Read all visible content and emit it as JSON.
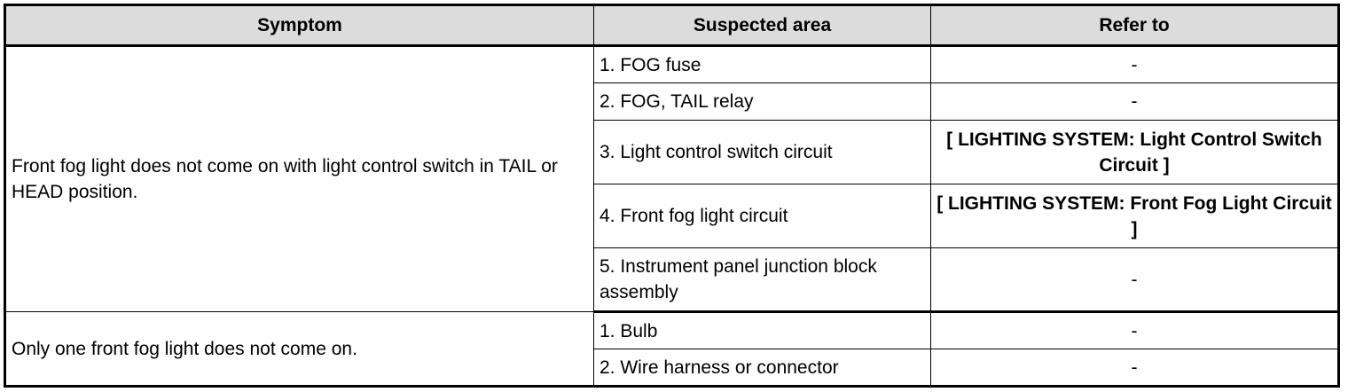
{
  "table": {
    "headers": [
      "Symptom",
      "Suspected area",
      "Refer to"
    ],
    "groups": [
      {
        "symptom": "Front fog light does not come on with light control switch in TAIL or HEAD position.",
        "rows": [
          {
            "area": "1. FOG fuse",
            "ref": "-"
          },
          {
            "area": "2. FOG, TAIL relay",
            "ref": "-"
          },
          {
            "area": "3. Light control switch circuit",
            "ref": "[ LIGHTING SYSTEM: Light Control Switch Circuit ]"
          },
          {
            "area": "4. Front fog light circuit",
            "ref": "[ LIGHTING SYSTEM: Front Fog Light Circuit ]"
          },
          {
            "area": "5. Instrument panel junction block assembly",
            "ref": "-"
          }
        ]
      },
      {
        "symptom": "Only one front fog light does not come on.",
        "rows": [
          {
            "area": "1. Bulb",
            "ref": "-"
          },
          {
            "area": "2. Wire harness or connector",
            "ref": "-"
          }
        ]
      }
    ]
  }
}
